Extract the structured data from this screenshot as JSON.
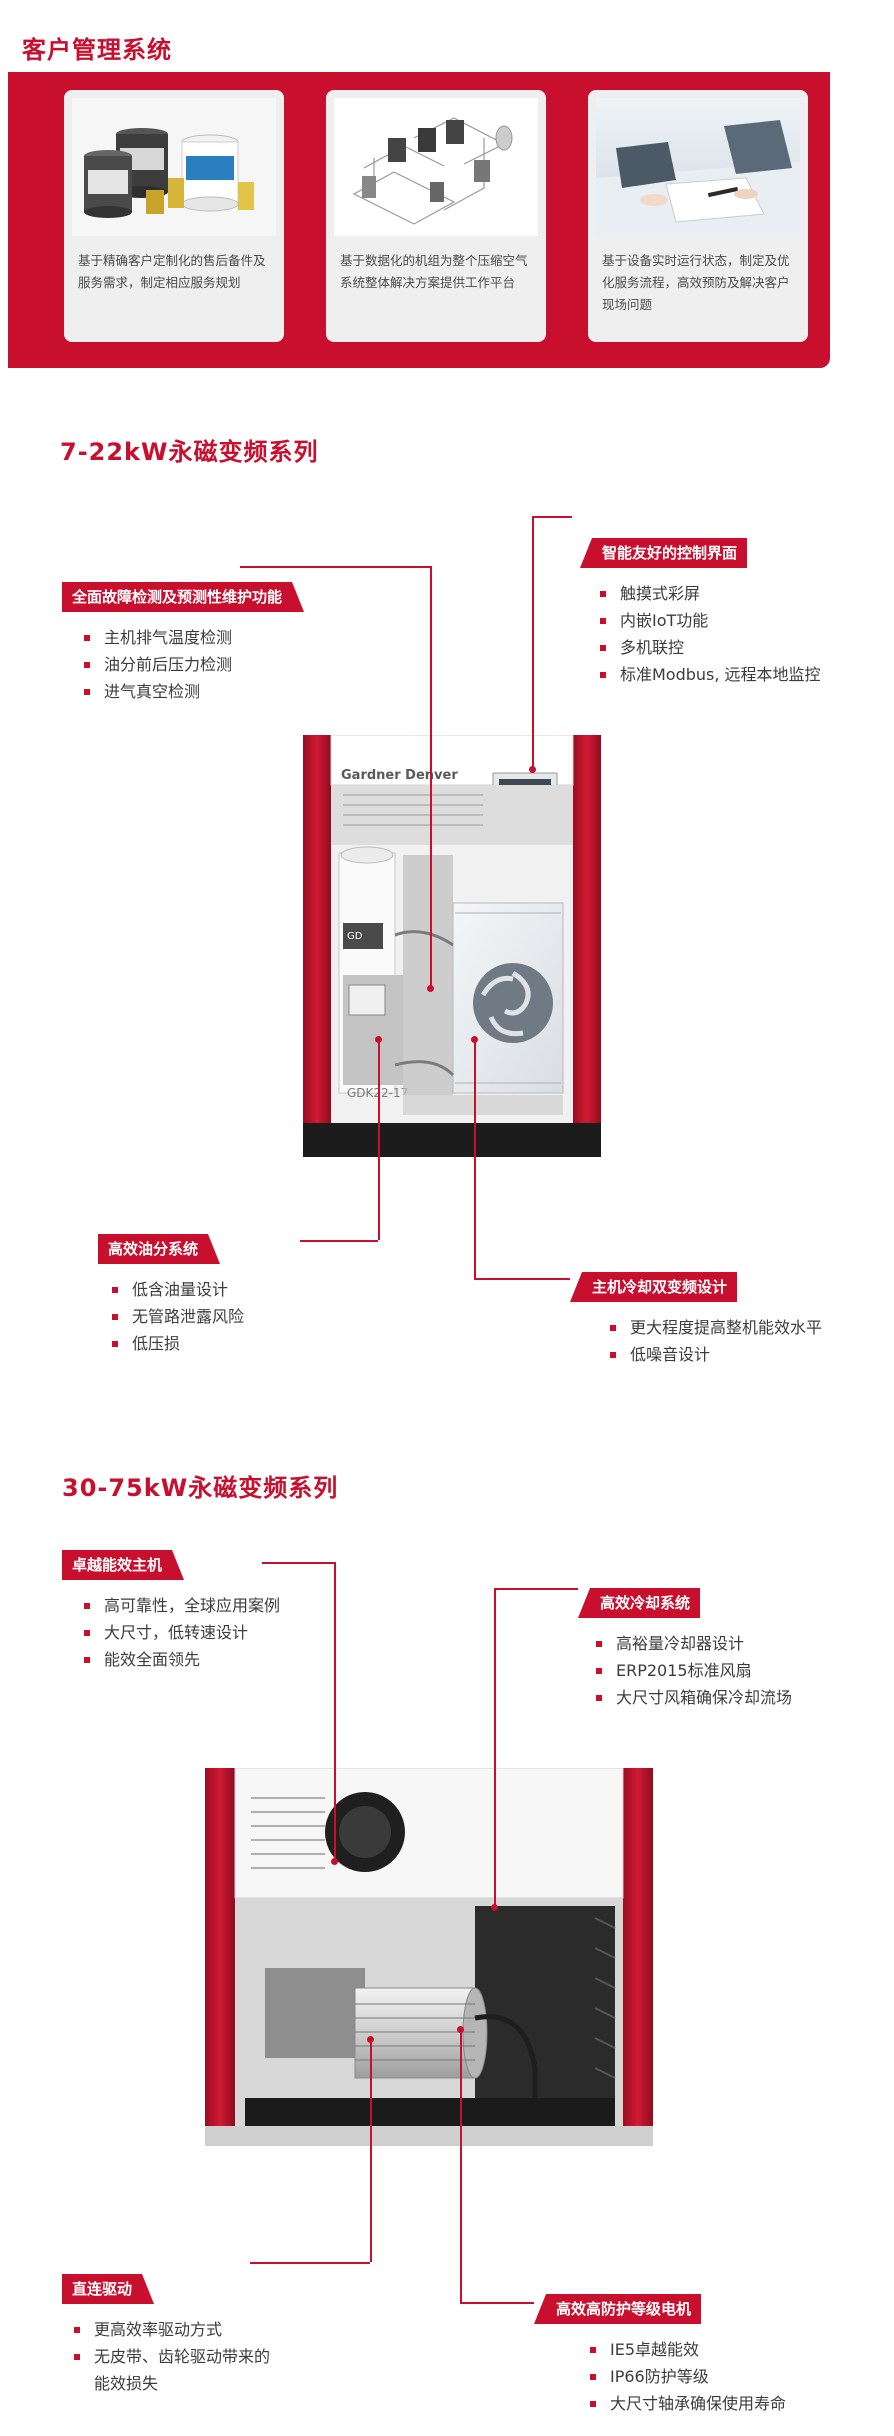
{
  "crm": {
    "title": "客户管理系统",
    "cards": [
      {
        "text": "基于精确客户定制化的售后备件及服务需求，制定相应服务规划"
      },
      {
        "text": "基于数据化的机组为整个压缩空气系统整体解决方案提供工作平台"
      },
      {
        "text": "基于设备实时运行状态，制定及优化服务流程，高效预防及解决客户现场问题"
      }
    ]
  },
  "series1": {
    "heading": "7-22kW永磁变频系列",
    "nameplate": "Gardner Denver",
    "model": "GDK22-17",
    "features": {
      "control": {
        "label": "智能友好的控制界面",
        "items": [
          "触摸式彩屏",
          "内嵌IoT功能",
          "多机联控",
          "标准Modbus, 远程本地监控"
        ]
      },
      "fault": {
        "label": "全面故障检测及预测性维护功能",
        "items": [
          "主机排气温度检测",
          "油分前后压力检测",
          "进气真空检测"
        ]
      },
      "oil": {
        "label": "高效油分系统",
        "items": [
          "低含油量设计",
          "无管路泄露风险",
          "低压损"
        ]
      },
      "cooling": {
        "label": "主机冷却双变频设计",
        "items": [
          "更大程度提高整机能效水平",
          "低噪音设计"
        ]
      }
    }
  },
  "series2": {
    "heading": "30-75kW永磁变频系列",
    "features": {
      "airend": {
        "label": "卓越能效主机",
        "items": [
          "高可靠性，全球应用案例",
          "大尺寸，低转速设计",
          "能效全面领先"
        ]
      },
      "cooler": {
        "label": "高效冷却系统",
        "items": [
          "高裕量冷却器设计",
          "ERP2015标准风扇",
          "大尺寸风箱确保冷却流场"
        ]
      },
      "drive": {
        "label": "直连驱动",
        "items": [
          "更高效率驱动方式",
          "无皮带、齿轮驱动带来的能效损失"
        ]
      },
      "motor": {
        "label": "高效高防护等级电机",
        "items": [
          "IE5卓越能效",
          "IP66防护等级",
          "大尺寸轴承确保使用寿命"
        ]
      }
    }
  },
  "colors": {
    "brand_red": "#c8102e",
    "card_bg": "#efefef"
  }
}
